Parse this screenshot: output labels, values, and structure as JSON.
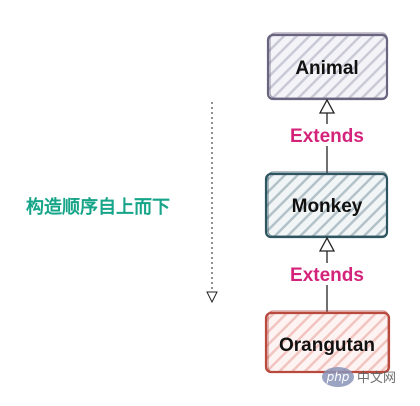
{
  "diagram": {
    "side_label": "构造顺序自上而下",
    "boxes": [
      {
        "label": "Animal",
        "stroke": "#6b6480",
        "hatch": "#c9cad6"
      },
      {
        "label": "Monkey",
        "stroke": "#2f5561",
        "hatch": "#b3c2c9"
      },
      {
        "label": "Orangutan",
        "stroke": "#b84a3e",
        "hatch": "#f2c4c0"
      }
    ],
    "edges": [
      {
        "label": "Extends",
        "color": "#d4237a"
      },
      {
        "label": "Extends",
        "color": "#d4237a"
      }
    ],
    "side_label_color": "#17a589",
    "watermark": {
      "logo_text": "php",
      "text": "中文网"
    }
  }
}
